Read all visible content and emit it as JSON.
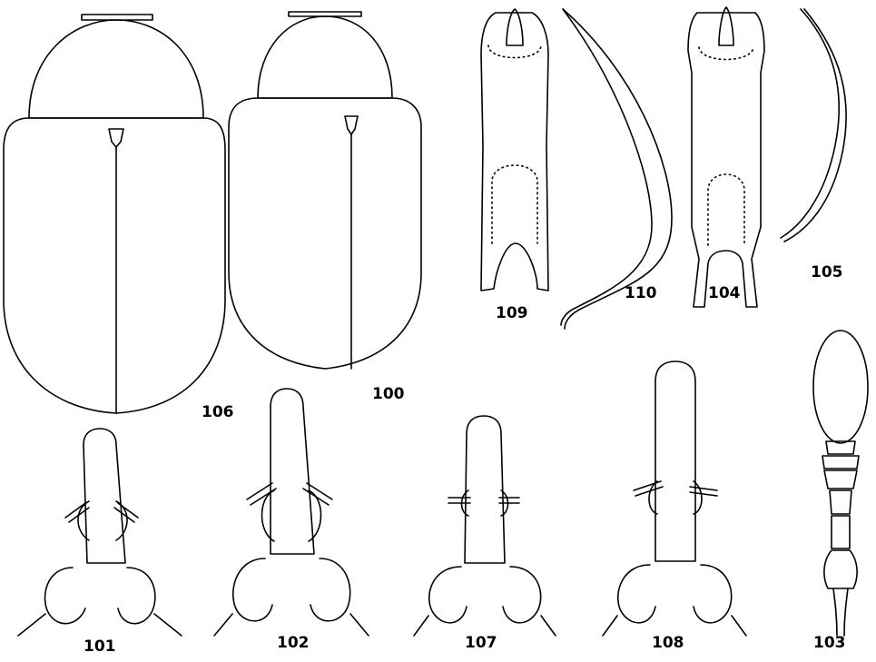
{
  "figures": {
    "fig100": "100",
    "fig101": "101",
    "fig102": "102",
    "fig103": "103",
    "fig104": "104",
    "fig105": "105",
    "fig106": "106",
    "fig107": "107",
    "fig108": "108",
    "fig109": "109",
    "fig110": "110"
  }
}
